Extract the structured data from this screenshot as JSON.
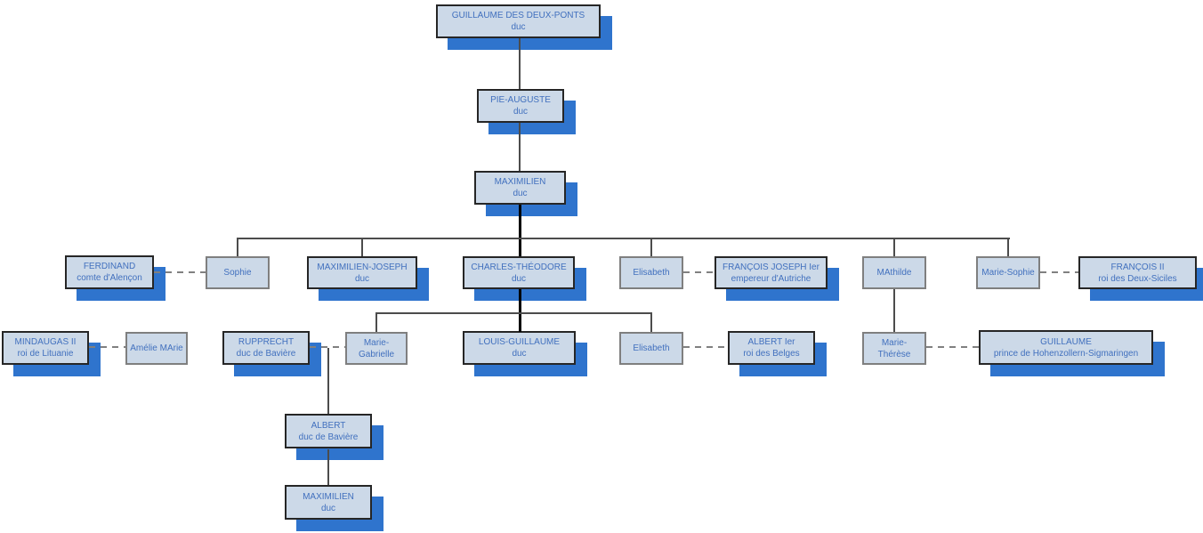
{
  "diagram": {
    "type": "genealogy-tree",
    "colors": {
      "node_fill": "#ccd9e8",
      "node_border_dark": "#262626",
      "node_border_gray": "#7f7f7f",
      "node_shadow": "#2f74cd",
      "text": "#4170be",
      "line_solid": "#4c4c4c",
      "line_trunk": "#000000",
      "line_dashed": "#808080",
      "background": "#ffffff"
    },
    "nodes": [
      {
        "name": "GUILLAUME DES DEUX-PONTS",
        "title": "duc"
      },
      {
        "name": "PIE-AUGUSTE",
        "title": "duc"
      },
      {
        "name": "MAXIMILIEN",
        "title": "duc"
      },
      {
        "name": "FERDINAND",
        "title": "comte d'Alençon"
      },
      {
        "name": "Sophie",
        "title": ""
      },
      {
        "name": "MAXIMILIEN-JOSEPH",
        "title": "duc"
      },
      {
        "name": "CHARLES-THÉODORE",
        "title": "duc"
      },
      {
        "name": "Elisabeth",
        "title": ""
      },
      {
        "name": "FRANÇOIS JOSEPH Ier",
        "title": "empereur d'Autriche"
      },
      {
        "name": "MAthilde",
        "title": ""
      },
      {
        "name": "Marie-Sophie",
        "title": ""
      },
      {
        "name": "FRANÇOIS II",
        "title": "roi des Deux-Siciles"
      },
      {
        "name": "MINDAUGAS II",
        "title": "roi de Lituanie"
      },
      {
        "name": "Amélie MArie",
        "title": ""
      },
      {
        "name": "RUPPRECHT",
        "title": "duc de Bavière"
      },
      {
        "name": "Marie-Gabrielle",
        "title": ""
      },
      {
        "name": "LOUIS-GUILLAUME",
        "title": "duc"
      },
      {
        "name": "Elisabeth",
        "title": ""
      },
      {
        "name": "ALBERT Ier",
        "title": "roi des Belges"
      },
      {
        "name": "Marie-Thérèse",
        "title": ""
      },
      {
        "name": "GUILLAUME",
        "title": "prince de Hohenzollern-Sigmaringen"
      },
      {
        "name": "ALBERT",
        "title": "duc de Bavière"
      },
      {
        "name": "MAXIMILIEN",
        "title": "duc"
      }
    ],
    "relations": {
      "parent_child": [
        {
          "parent": "GUILLAUME DES DEUX-PONTS",
          "child": "PIE-AUGUSTE"
        },
        {
          "parent": "PIE-AUGUSTE",
          "child": "MAXIMILIEN"
        },
        {
          "parent": "MAXIMILIEN",
          "child": "Sophie"
        },
        {
          "parent": "MAXIMILIEN",
          "child": "MAXIMILIEN-JOSEPH"
        },
        {
          "parent": "MAXIMILIEN",
          "child": "CHARLES-THÉODORE"
        },
        {
          "parent": "MAXIMILIEN",
          "child": "Elisabeth"
        },
        {
          "parent": "MAXIMILIEN",
          "child": "MAthilde"
        },
        {
          "parent": "MAXIMILIEN",
          "child": "Marie-Sophie"
        },
        {
          "parent": "CHARLES-THÉODORE",
          "child": "Marie-Gabrielle"
        },
        {
          "parent": "CHARLES-THÉODORE",
          "child": "LOUIS-GUILLAUME"
        },
        {
          "parent": "CHARLES-THÉODORE",
          "child": "Elisabeth"
        },
        {
          "parent": "MAthilde",
          "child": "Marie-Thérèse"
        },
        {
          "parent": "RUPPRECHT + Marie-Gabrielle",
          "child": "ALBERT"
        },
        {
          "parent": "ALBERT",
          "child": "MAXIMILIEN"
        }
      ],
      "marriages": [
        {
          "a": "FERDINAND",
          "b": "Sophie"
        },
        {
          "a": "Elisabeth",
          "b": "FRANÇOIS JOSEPH Ier"
        },
        {
          "a": "Marie-Sophie",
          "b": "FRANÇOIS II"
        },
        {
          "a": "MINDAUGAS II",
          "b": "Amélie MArie"
        },
        {
          "a": "RUPPRECHT",
          "b": "Marie-Gabrielle"
        },
        {
          "a": "Elisabeth",
          "b": "ALBERT Ier"
        },
        {
          "a": "Marie-Thérèse",
          "b": "GUILLAUME"
        }
      ]
    }
  }
}
